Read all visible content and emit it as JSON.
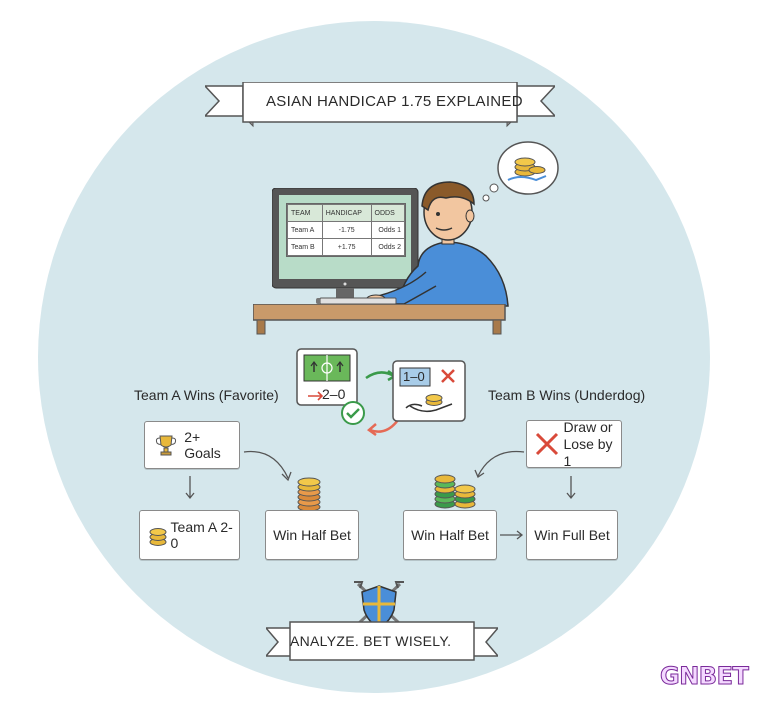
{
  "title": "ASIAN HANDICAP 1.75 EXPLAINED",
  "monitor_table": {
    "headers": [
      "TEAM",
      "HANDICAP",
      "ODDS"
    ],
    "rows": [
      [
        "Team A",
        "-1.75",
        "Odds 1"
      ],
      [
        "Team B",
        "+1.75",
        "Odds 2"
      ]
    ]
  },
  "center_panel": {
    "score_left": "2–0",
    "score_right": "1–0"
  },
  "left_branch": {
    "heading": "Team A Wins (Favorite)",
    "goals_box": "2+ Goals",
    "score_box": "Team A 2-0",
    "half_bet_box": "Win Half Bet"
  },
  "right_branch": {
    "heading": "Team B Wins (Underdog)",
    "condition_line1": "Draw or",
    "condition_line2": "Lose by 1",
    "half_bet_box": "Win Half Bet",
    "full_bet_box": "Win Full Bet"
  },
  "footer_banner": "ANALYZE. BET WISELY.",
  "watermark": "GNBET",
  "colors": {
    "circle_bg": "#d5e7ec",
    "accent_green": "#3a9a4a",
    "accent_red": "#d94a3a",
    "coin_gold": "#e8b83a",
    "shirt_blue": "#4a8ed8",
    "desk_wood": "#c99a6a",
    "screen_green": "#b8dcc8"
  }
}
